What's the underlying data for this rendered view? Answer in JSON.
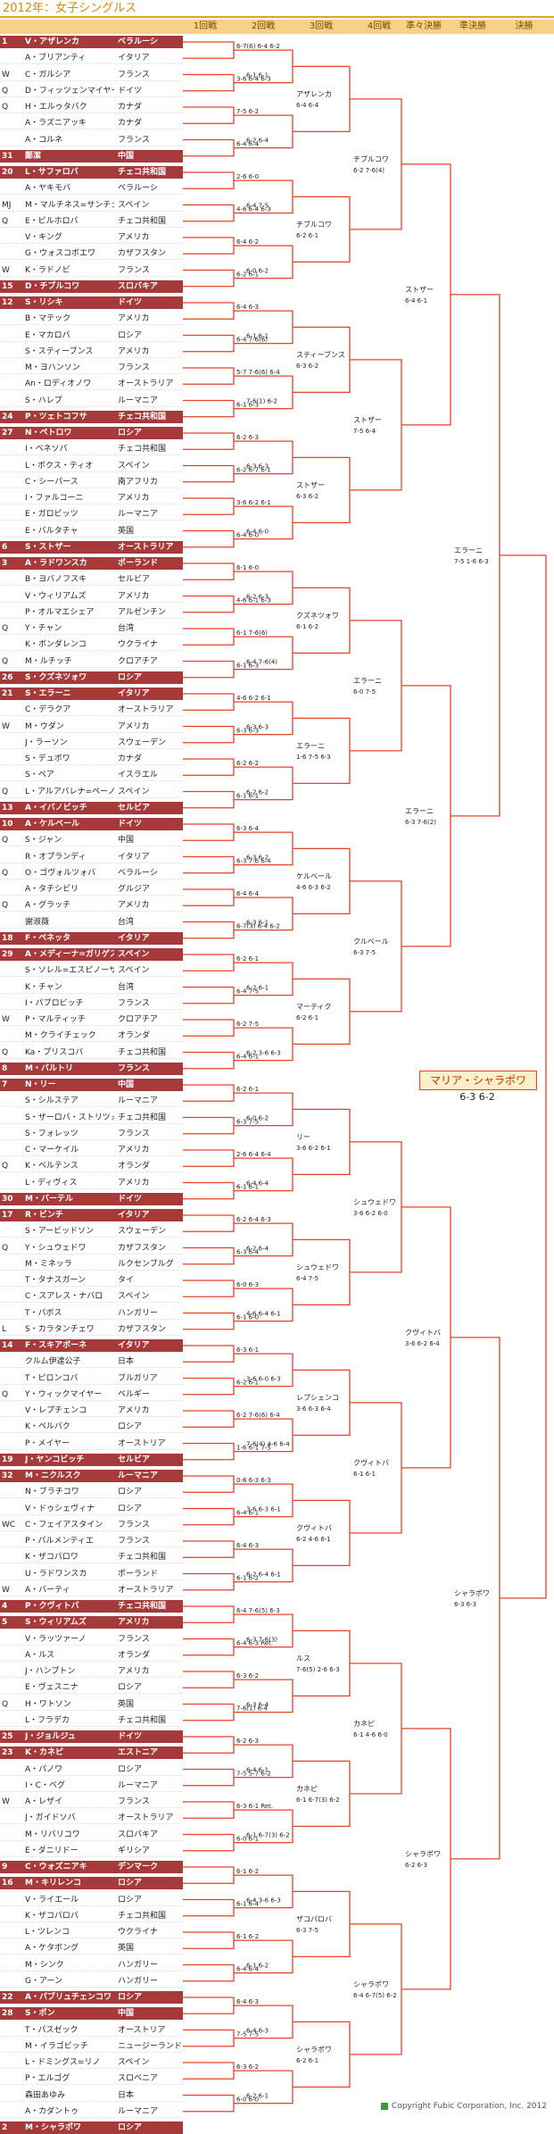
{
  "page": {
    "title": "2012年：女子シングルス",
    "footer": "Copyright Fubic Corporation, Inc. 2012"
  },
  "rounds": [
    "1回戦",
    "2回戦",
    "3回戦",
    "4回戦",
    "準々決勝",
    "準決勝",
    "決勝"
  ],
  "players": [
    {
      "seed": "1",
      "name": "V・アザレンカ",
      "country": "ベラルーシ",
      "seeded": true
    },
    {
      "seed": "",
      "name": "A・ブリアンティ",
      "country": "イタリア"
    },
    {
      "seed": "W",
      "name": "C・ガルシア",
      "country": "フランス"
    },
    {
      "seed": "Q",
      "name": "D・フィッツェンマイヤー",
      "country": "ドイツ"
    },
    {
      "seed": "Q",
      "name": "H・エルゥタバク",
      "country": "カナダ"
    },
    {
      "seed": "",
      "name": "A・ラズニアッキ",
      "country": "カナダ"
    },
    {
      "seed": "",
      "name": "A・コルネ",
      "country": "フランス"
    },
    {
      "seed": "31",
      "name": "鄭潔",
      "country": "中国",
      "seeded": true
    },
    {
      "seed": "20",
      "name": "L・サファロバ",
      "country": "チェコ共和国",
      "seeded": true
    },
    {
      "seed": "",
      "name": "A・ヤキモバ",
      "country": "ベラルーシ"
    },
    {
      "seed": "MJ",
      "name": "M・マルチネス=サンチェス",
      "country": "スペイン"
    },
    {
      "seed": "Q",
      "name": "E・ビルホロバ",
      "country": "チェコ共和国"
    },
    {
      "seed": "",
      "name": "V・キング",
      "country": "アメリカ"
    },
    {
      "seed": "",
      "name": "G・ウォスコボエワ",
      "country": "カザフスタン"
    },
    {
      "seed": "W",
      "name": "K・ラドノビ",
      "country": "フランス"
    },
    {
      "seed": "15",
      "name": "D・チブルコワ",
      "country": "スロバキア",
      "seeded": true
    },
    {
      "seed": "12",
      "name": "S・リシキ",
      "country": "ドイツ",
      "seeded": true
    },
    {
      "seed": "",
      "name": "B・マテック",
      "country": "アメリカ"
    },
    {
      "seed": "",
      "name": "E・マカロバ",
      "country": "ロシア"
    },
    {
      "seed": "",
      "name": "S・スティーブンス",
      "country": "アメリカ"
    },
    {
      "seed": "",
      "name": "M・ヨハンソン",
      "country": "フランス"
    },
    {
      "seed": "",
      "name": "An・ロディオノワ",
      "country": "オーストラリア"
    },
    {
      "seed": "",
      "name": "S・ハレプ",
      "country": "ルーマニア"
    },
    {
      "seed": "24",
      "name": "P・ツェトコフサ",
      "country": "チェコ共和国",
      "seeded": true
    },
    {
      "seed": "27",
      "name": "N・ペトロワ",
      "country": "ロシア",
      "seeded": true
    },
    {
      "seed": "",
      "name": "I・ベネソバ",
      "country": "チェコ共和国"
    },
    {
      "seed": "",
      "name": "L・ボクス・ティオ",
      "country": "スペイン"
    },
    {
      "seed": "",
      "name": "C・シーパース",
      "country": "南アフリカ"
    },
    {
      "seed": "",
      "name": "I・ファルコーニ",
      "country": "アメリカ"
    },
    {
      "seed": "",
      "name": "E・ガロビッツ",
      "country": "ルーマニア"
    },
    {
      "seed": "",
      "name": "E・バルタチャ",
      "country": "英国"
    },
    {
      "seed": "6",
      "name": "S・ストザー",
      "country": "オーストラリア",
      "seeded": true
    },
    {
      "seed": "3",
      "name": "A・ラドワンスカ",
      "country": "ポーランド",
      "seeded": true
    },
    {
      "seed": "",
      "name": "B・ヨバノフスキ",
      "country": "セルビア"
    },
    {
      "seed": "",
      "name": "V・ウィリアムズ",
      "country": "アメリカ"
    },
    {
      "seed": "",
      "name": "P・オルマエシェア",
      "country": "アルゼンチン"
    },
    {
      "seed": "Q",
      "name": "Y・チャン",
      "country": "台湾"
    },
    {
      "seed": "",
      "name": "K・ボンダレンコ",
      "country": "ウクライナ"
    },
    {
      "seed": "Q",
      "name": "M・ルチッチ",
      "country": "クロアチア"
    },
    {
      "seed": "26",
      "name": "S・クズネツォワ",
      "country": "ロシア",
      "seeded": true
    },
    {
      "seed": "21",
      "name": "S・エラーニ",
      "country": "イタリア",
      "seeded": true
    },
    {
      "seed": "",
      "name": "C・デラクア",
      "country": "オーストラリア"
    },
    {
      "seed": "W",
      "name": "M・ウダン",
      "country": "アメリカ"
    },
    {
      "seed": "",
      "name": "J・ラーソン",
      "country": "スウェーデン"
    },
    {
      "seed": "",
      "name": "S・デュボワ",
      "country": "カナダ"
    },
    {
      "seed": "",
      "name": "S・ペア",
      "country": "イスラエル"
    },
    {
      "seed": "Q",
      "name": "L・アルアバレナ=ペーノ",
      "country": "スペイン"
    },
    {
      "seed": "13",
      "name": "A・イバノビッチ",
      "country": "セルビア",
      "seeded": true
    },
    {
      "seed": "10",
      "name": "A・ケルベール",
      "country": "ドイツ",
      "seeded": true
    },
    {
      "seed": "Q",
      "name": "S・ジャン",
      "country": "中国"
    },
    {
      "seed": "",
      "name": "R・オプランディ",
      "country": "イタリア"
    },
    {
      "seed": "Q",
      "name": "O・ゴヴォルツォバ",
      "country": "ベラルーシ"
    },
    {
      "seed": "",
      "name": "A・タチシビリ",
      "country": "グルジア"
    },
    {
      "seed": "Q",
      "name": "A・グラッチ",
      "country": "アメリカ"
    },
    {
      "seed": "",
      "name": "謝淑薇",
      "country": "台湾"
    },
    {
      "seed": "18",
      "name": "F・ペネッタ",
      "country": "イタリア",
      "seeded": true
    },
    {
      "seed": "29",
      "name": "A・メディーナ=ガリゲス",
      "country": "スペイン",
      "seeded": true
    },
    {
      "seed": "",
      "name": "S・ソレル=エスピノーサ",
      "country": "スペイン"
    },
    {
      "seed": "",
      "name": "K・チャン",
      "country": "台湾"
    },
    {
      "seed": "",
      "name": "I・パブロビッチ",
      "country": "フランス"
    },
    {
      "seed": "W",
      "name": "P・マルティッチ",
      "country": "クロアチア"
    },
    {
      "seed": "",
      "name": "M・クライチェック",
      "country": "オランダ"
    },
    {
      "seed": "Q",
      "name": "Ka・プリスコバ",
      "country": "チェコ共和国"
    },
    {
      "seed": "8",
      "name": "M・バルトリ",
      "country": "フランス",
      "seeded": true
    },
    {
      "seed": "7",
      "name": "N・リー",
      "country": "中国",
      "seeded": true
    },
    {
      "seed": "",
      "name": "S・シルステア",
      "country": "ルーマニア"
    },
    {
      "seed": "",
      "name": "S・ザーロバ・ストリツォバ",
      "country": "チェコ共和国"
    },
    {
      "seed": "",
      "name": "S・フォレッツ",
      "country": "フランス"
    },
    {
      "seed": "",
      "name": "C・マーケイル",
      "country": "アメリカ"
    },
    {
      "seed": "Q",
      "name": "K・ベルテンス",
      "country": "オランダ"
    },
    {
      "seed": "",
      "name": "L・ディヴィス",
      "country": "アメリカ"
    },
    {
      "seed": "30",
      "name": "M・バーテル",
      "country": "ドイツ",
      "seeded": true
    },
    {
      "seed": "17",
      "name": "R・ビンチ",
      "country": "イタリア",
      "seeded": true
    },
    {
      "seed": "",
      "name": "S・アービッドソン",
      "country": "スウェーデン"
    },
    {
      "seed": "Q",
      "name": "Y・シュウェドワ",
      "country": "カザフスタン"
    },
    {
      "seed": "",
      "name": "M・ミネッラ",
      "country": "ルクセンブルグ"
    },
    {
      "seed": "",
      "name": "T・タナスガーン",
      "country": "タイ"
    },
    {
      "seed": "",
      "name": "C・スアレス・ナバロ",
      "country": "スペイン"
    },
    {
      "seed": "",
      "name": "T・バボス",
      "country": "ハンガリー"
    },
    {
      "seed": "L",
      "name": "S・カラタンチェワ",
      "country": "カザフスタン"
    },
    {
      "seed": "14",
      "name": "F・スキアボーネ",
      "country": "イタリア",
      "seeded": true
    },
    {
      "seed": "",
      "name": "クルム伊達公子",
      "country": "日本"
    },
    {
      "seed": "",
      "name": "T・ピロンコバ",
      "country": "ブルガリア"
    },
    {
      "seed": "Q",
      "name": "Y・ウィックマイヤー",
      "country": "ベルギー"
    },
    {
      "seed": "",
      "name": "V・レプチェンコ",
      "country": "アメリカ"
    },
    {
      "seed": "",
      "name": "K・ペルバク",
      "country": "ロシア"
    },
    {
      "seed": "",
      "name": "P・メイヤー",
      "country": "オーストリア"
    },
    {
      "seed": "19",
      "name": "J・ヤンコビッチ",
      "country": "セルビア",
      "seeded": true
    },
    {
      "seed": "32",
      "name": "M・ニクルスク",
      "country": "ルーマニア",
      "seeded": true
    },
    {
      "seed": "",
      "name": "N・ブラチコワ",
      "country": "ロシア"
    },
    {
      "seed": "",
      "name": "V・ドゥシェヴィナ",
      "country": "ロシア"
    },
    {
      "seed": "WC",
      "name": "C・フェイアスタイン",
      "country": "フランス"
    },
    {
      "seed": "",
      "name": "P・パルメンティエ",
      "country": "フランス"
    },
    {
      "seed": "",
      "name": "K・ザコパロワ",
      "country": "チェコ共和国"
    },
    {
      "seed": "",
      "name": "U・ラドワンスカ",
      "country": "ポーランド"
    },
    {
      "seed": "W",
      "name": "A・バーティ",
      "country": "オーストラリア"
    },
    {
      "seed": "4",
      "name": "P・クヴィトバ",
      "country": "チェコ共和国",
      "seeded": true
    },
    {
      "seed": "5",
      "name": "S・ウィリアムズ",
      "country": "アメリカ",
      "seeded": true
    },
    {
      "seed": "",
      "name": "V・ラッツァーノ",
      "country": "フランス"
    },
    {
      "seed": "",
      "name": "A・ルス",
      "country": "オランダ"
    },
    {
      "seed": "",
      "name": "J・ハンプトン",
      "country": "アメリカ"
    },
    {
      "seed": "",
      "name": "E・ヴェスニナ",
      "country": "ロシア"
    },
    {
      "seed": "Q",
      "name": "H・ワトソン",
      "country": "英国"
    },
    {
      "seed": "",
      "name": "L・フラデカ",
      "country": "チェコ共和国"
    },
    {
      "seed": "25",
      "name": "J・ジョルジュ",
      "country": "ドイツ",
      "seeded": true
    },
    {
      "seed": "23",
      "name": "K・カネピ",
      "country": "エストニア",
      "seeded": true
    },
    {
      "seed": "",
      "name": "A・パノワ",
      "country": "ロシア"
    },
    {
      "seed": "",
      "name": "I・C・ベグ",
      "country": "ルーマニア"
    },
    {
      "seed": "W",
      "name": "A・レザイ",
      "country": "フランス"
    },
    {
      "seed": "",
      "name": "J・ガイドソバ",
      "country": "オーストラリア"
    },
    {
      "seed": "",
      "name": "M・リバリコワ",
      "country": "スロバキア"
    },
    {
      "seed": "",
      "name": "E・ダニリドー",
      "country": "ギリシア"
    },
    {
      "seed": "9",
      "name": "C・ウォズニアキ",
      "country": "デンマーク",
      "seeded": true
    },
    {
      "seed": "16",
      "name": "M・キリレンコ",
      "country": "ロシア",
      "seeded": true
    },
    {
      "seed": "",
      "name": "V・ライエール",
      "country": "ロシア"
    },
    {
      "seed": "",
      "name": "K・ザコパロバ",
      "country": "チェコ共和国"
    },
    {
      "seed": "",
      "name": "L・ツレンコ",
      "country": "ウクライナ"
    },
    {
      "seed": "",
      "name": "A・ケタボング",
      "country": "英国"
    },
    {
      "seed": "",
      "name": "M・シンク",
      "country": "ハンガリー"
    },
    {
      "seed": "",
      "name": "G・アーン",
      "country": "ハンガリー"
    },
    {
      "seed": "22",
      "name": "A・パブリュチェンコワ",
      "country": "ロシア",
      "seeded": true
    },
    {
      "seed": "28",
      "name": "S・ポン",
      "country": "中国",
      "seeded": true
    },
    {
      "seed": "",
      "name": "T・パスゼック",
      "country": "オーストリア"
    },
    {
      "seed": "",
      "name": "M・イラゴビッチ",
      "country": "ニュージーランド"
    },
    {
      "seed": "",
      "name": "L・ドミングス=リノ",
      "country": "スペイン"
    },
    {
      "seed": "",
      "name": "P・エルゴグ",
      "country": "スロベニア"
    },
    {
      "seed": "",
      "name": "森田あゆみ",
      "country": "日本"
    },
    {
      "seed": "",
      "name": "A・カダントゥ",
      "country": "ルーマニア"
    },
    {
      "seed": "2",
      "name": "M・シャラポワ",
      "country": "ロシア",
      "seeded": true
    }
  ],
  "r1_scores": [
    "6-7(6) 6-4 6-2",
    "3-6 6-4 6-3",
    "7-5 6-2",
    "6-4 6-4",
    "2-6 6-0",
    "4-6 6-4 6-3",
    "6-4 6-2",
    "6-2 6-1",
    "6-4 6-3",
    "6-4 7-6(6)",
    "5-7 7-6(6) 6-4",
    "6-1 6-3",
    "6-2 6-3",
    "6-2 6-7 6-1",
    "3-6 6-2 6-1",
    "6-4 6-0",
    "6-1 6-0",
    "4-6 6-1 6-3",
    "6-1 7-6(6)",
    "6-1 6-3",
    "4-6 6-2 6-1",
    "6-3 6-3",
    "6-2 6-2",
    "6-1 6-1",
    "6-3 6-4",
    "6-3 7-6 6-4",
    "6-4 6-4",
    "6-7(3) 6-4 6-2",
    "6-2 6-1",
    "6-4 7-5",
    "6-2 7-5",
    "6-4 6-1",
    "6-2 6-1",
    "6-3 7-5",
    "2-6 6-4 6-4",
    "6-1 6-1",
    "6-2 6-4 6-3",
    "6-3 6-4",
    "6-0 6-3",
    "6-1 6-0",
    "6-3 6-1",
    "6-2 6-1",
    "6-2 7-6(6) 6-4",
    "1-6 6-1 7-5",
    "0-6 6-3 6-3",
    "6-4 6-1",
    "6-4 6-3",
    "6-1 6-2",
    "6-4 7-6(5) 6-3",
    "6-4 6-3 Ret.",
    "6-3 6-2",
    "7-6(1) 6-4",
    "6-2 6-3",
    "7-5 5-7 6-2",
    "6-3 6-1 Ret.",
    "6-0 6-1",
    "6-1 6-2",
    "6-1 6-4",
    "6-1 6-2",
    "6-4 6-4",
    "6-4 6-3",
    "7-5 7-5",
    "6-3 6-2",
    "6-0 6-0"
  ],
  "r2": [
    {
      "name": "アザレンカ",
      "score": "6-1 6-1"
    },
    {
      "name": "",
      "score": "6-2 6-4"
    },
    {
      "name": "チブルコワ",
      "score": "6-4 7-5"
    },
    {
      "name": "",
      "score": "6-0 6-2"
    },
    {
      "name": "スティーブンス",
      "score": "6-1 6-1"
    },
    {
      "name": "",
      "score": "7-6(1) 6-2"
    },
    {
      "name": "ストザー",
      "score": "6-3 6-3"
    },
    {
      "name": "",
      "score": "6-4 6-0"
    },
    {
      "name": "クズネツォワ",
      "score": "6-2 6-3"
    },
    {
      "name": "",
      "score": "6-4 7-6(4)"
    },
    {
      "name": "エラーニ",
      "score": "6-3 6-3"
    },
    {
      "name": "",
      "score": "6-2 6-2"
    },
    {
      "name": "ケルベール",
      "score": "6-3 6-2"
    },
    {
      "name": "",
      "score": "6-3 6-1"
    },
    {
      "name": "マーティク",
      "score": "6-2 6-1"
    },
    {
      "name": "",
      "score": "6-2 3-6 6-3"
    },
    {
      "name": "リー",
      "score": "6-0 6-2"
    },
    {
      "name": "",
      "score": "6-4 6-4"
    },
    {
      "name": "シュウェドワ",
      "score": "6-2 6-4"
    },
    {
      "name": "",
      "score": "4-6 6-4 6-1"
    },
    {
      "name": "レプシェンコ",
      "score": "3-6 6-0 6-3"
    },
    {
      "name": "",
      "score": "7-6(4) 4-6 6-4"
    },
    {
      "name": "クヴィトバ",
      "score": "3-6 6-3 6-1"
    },
    {
      "name": "",
      "score": "6-2 6-4 6-1"
    },
    {
      "name": "ルス",
      "score": "6-3 7-6(3)"
    },
    {
      "name": "",
      "score": "6-3 6-4"
    },
    {
      "name": "カネピ",
      "score": "6-4 6-1"
    },
    {
      "name": "",
      "score": "6-1 6-7(3) 6-2"
    },
    {
      "name": "ザコパロバ",
      "score": "6-4 3-6 6-3"
    },
    {
      "name": "",
      "score": "6-1 6-2"
    },
    {
      "name": "シャラポワ",
      "score": "6-4 6-3"
    },
    {
      "name": "",
      "score": "6-2 6-1"
    }
  ],
  "r3": [
    {
      "name": "アザレンカ",
      "score": "6-4 6-4"
    },
    {
      "name": "チブルコワ",
      "score": "6-2 6-1"
    },
    {
      "name": "スティーブンス",
      "score": "6-3 6-2"
    },
    {
      "name": "ストザー",
      "score": "6-3 6-2"
    },
    {
      "name": "クズネツォワ",
      "score": "6-1 6-2"
    },
    {
      "name": "エラーニ",
      "score": "1-6 7-5 6-3"
    },
    {
      "name": "ケルベール",
      "score": "4-6 6-3 6-2"
    },
    {
      "name": "マーティク",
      "score": "6-2 6-1"
    },
    {
      "name": "リー",
      "score": "3-6 6-2 6-1"
    },
    {
      "name": "シュウェドワ",
      "score": "6-4 7-5"
    },
    {
      "name": "レプシェンコ",
      "score": "3-6 6-3 6-4"
    },
    {
      "name": "クヴィトバ",
      "score": "6-2 4-6 6-1"
    },
    {
      "name": "ルス",
      "score": "7-6(5) 2-6 6-3"
    },
    {
      "name": "カネピ",
      "score": "6-1 6-7(3) 6-2"
    },
    {
      "name": "ザコパロバ",
      "score": "6-3 7-5"
    },
    {
      "name": "シャラポワ",
      "score": "6-2 6-1"
    }
  ],
  "r4": [
    {
      "name": "チブルコワ",
      "score": "6-2 7-6(4)"
    },
    {
      "name": "ストザー",
      "score": "7-5 6-4"
    },
    {
      "name": "エラーニ",
      "score": "6-0 7-5"
    },
    {
      "name": "クルベール",
      "score": "6-3 7-5"
    },
    {
      "name": "シュウェドワ",
      "score": "3-6 6-2 6-0"
    },
    {
      "name": "クヴィトバ",
      "score": "6-1 6-1"
    },
    {
      "name": "カネピ",
      "score": "6-1 4-6 6-0"
    },
    {
      "name": "シャラポワ",
      "score": "6-4 6-7(5) 6-2"
    }
  ],
  "qf": [
    {
      "name": "ストザー",
      "score": "6-4 6-1"
    },
    {
      "name": "エラーニ",
      "score": "6-3 7-6(2)"
    },
    {
      "name": "クヴィトバ",
      "score": "3-6 6-2 6-4"
    },
    {
      "name": "シャラポワ",
      "score": "6-2 6-3"
    }
  ],
  "sf": [
    {
      "name": "エラーニ",
      "score": "7-5 1-6 6-3"
    },
    {
      "name": "シャラポワ",
      "score": "6-3 6-3"
    }
  ],
  "final": {
    "champion": "マリア・シャラポワ",
    "score": "6-3 6-2"
  }
}
